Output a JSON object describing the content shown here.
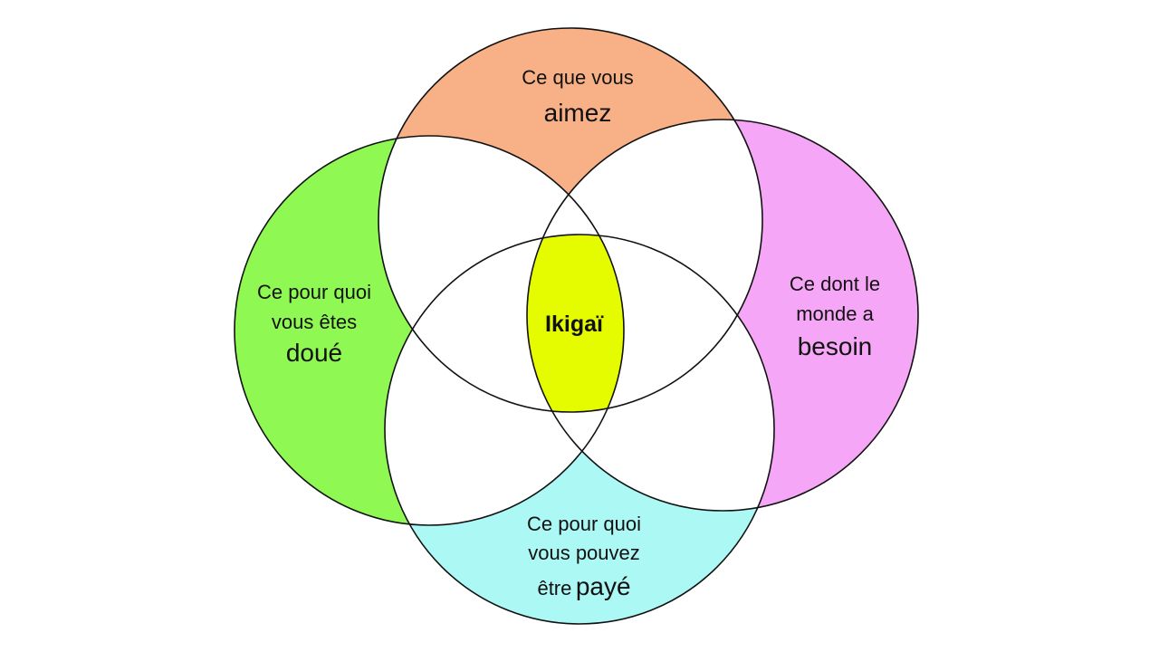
{
  "title": "Ikigaï",
  "colors": {
    "love": "#F8B186",
    "good_at": "#8FF852",
    "world_needs": "#F6A6F6",
    "paid_for": "#ABF8F5",
    "ikigai": "#E4FB00",
    "stroke": "#111111"
  },
  "regions": {
    "love": {
      "line1": "Ce que vous",
      "emphasis": "aimez"
    },
    "good_at": {
      "line1": "Ce pour quoi",
      "line2": "vous êtes",
      "emphasis": "doué"
    },
    "world_needs": {
      "line1": "Ce dont le",
      "line2": "monde a",
      "emphasis": "besoin"
    },
    "paid_for": {
      "line1": "Ce pour quoi",
      "line2": "vous pouvez",
      "line3_prefix": "être",
      "emphasis": "payé"
    }
  }
}
